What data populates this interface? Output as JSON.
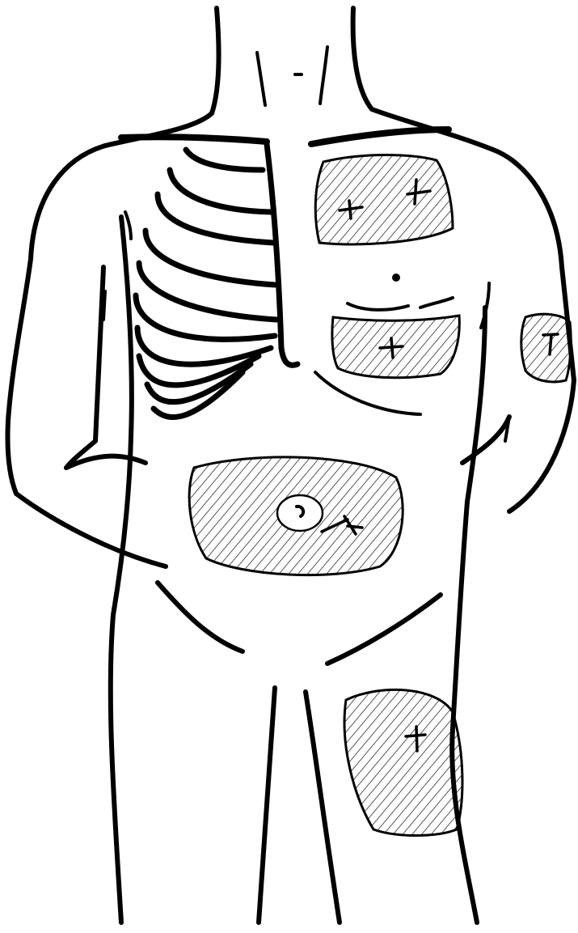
{
  "figure": {
    "ink_color": "#000000",
    "background_color": "#ffffff",
    "hatch_style": "diagonal-lines",
    "injection_zones": [
      {
        "zone": "upper-right-chest",
        "marks": 2
      },
      {
        "zone": "lower-right-chest",
        "marks": 1
      },
      {
        "zone": "upper-arm",
        "marks": 1
      },
      {
        "zone": "abdomen-around-navel",
        "marks": 1
      },
      {
        "zone": "front-thigh",
        "marks": 1
      }
    ]
  }
}
